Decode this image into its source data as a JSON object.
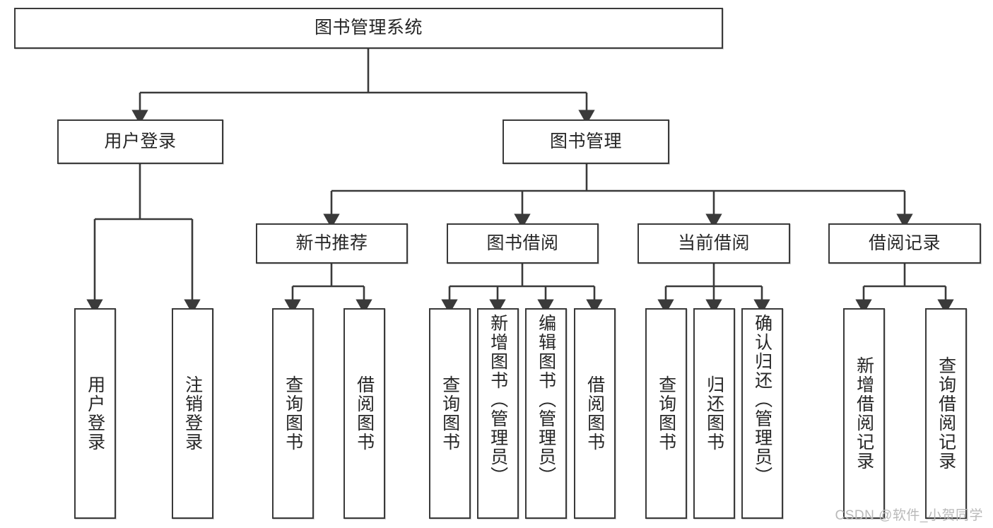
{
  "diagram": {
    "title": "图书管理系统",
    "type": "hierarchy-tree",
    "watermark": "CSDN @软件_小贺同学",
    "colors": {
      "box_border": "#3a3a3a",
      "box_fill": "#ffffff",
      "text": "#262626",
      "connector": "#3a3a3a",
      "watermark": "#b9b9b9"
    },
    "root": {
      "id": "root",
      "label": "图书管理系统"
    },
    "level2": [
      {
        "id": "user-login",
        "label": "用户登录"
      },
      {
        "id": "book-manage",
        "label": "图书管理"
      }
    ],
    "level3": [
      {
        "id": "new-book-recommend",
        "label": "新书推荐"
      },
      {
        "id": "book-borrow",
        "label": "图书借阅"
      },
      {
        "id": "current-borrow",
        "label": "当前借阅"
      },
      {
        "id": "borrow-record",
        "label": "借阅记录"
      }
    ],
    "leaves": {
      "user_login": [
        {
          "id": "leaf-user-login",
          "label": "用户登录"
        },
        {
          "id": "leaf-logout-login",
          "label": "注销登录"
        }
      ],
      "new_book_recommend": [
        {
          "id": "leaf-query-book-1",
          "label": "查询图书"
        },
        {
          "id": "leaf-borrow-book-1",
          "label": "借阅图书"
        }
      ],
      "book_borrow": [
        {
          "id": "leaf-query-book-2",
          "label": "查询图书"
        },
        {
          "id": "leaf-add-book",
          "label": "新增图书（管理员）"
        },
        {
          "id": "leaf-edit-book",
          "label": "编辑图书（管理员）"
        },
        {
          "id": "leaf-borrow-book-2",
          "label": "借阅图书"
        }
      ],
      "current_borrow": [
        {
          "id": "leaf-query-book-3",
          "label": "查询图书"
        },
        {
          "id": "leaf-return-book",
          "label": "归还图书"
        },
        {
          "id": "leaf-confirm-return",
          "label": "确认归还（管理员）"
        }
      ],
      "borrow_record": [
        {
          "id": "leaf-add-record",
          "label": "新增借阅记录"
        },
        {
          "id": "leaf-query-record",
          "label": "查询借阅记录"
        }
      ]
    }
  }
}
